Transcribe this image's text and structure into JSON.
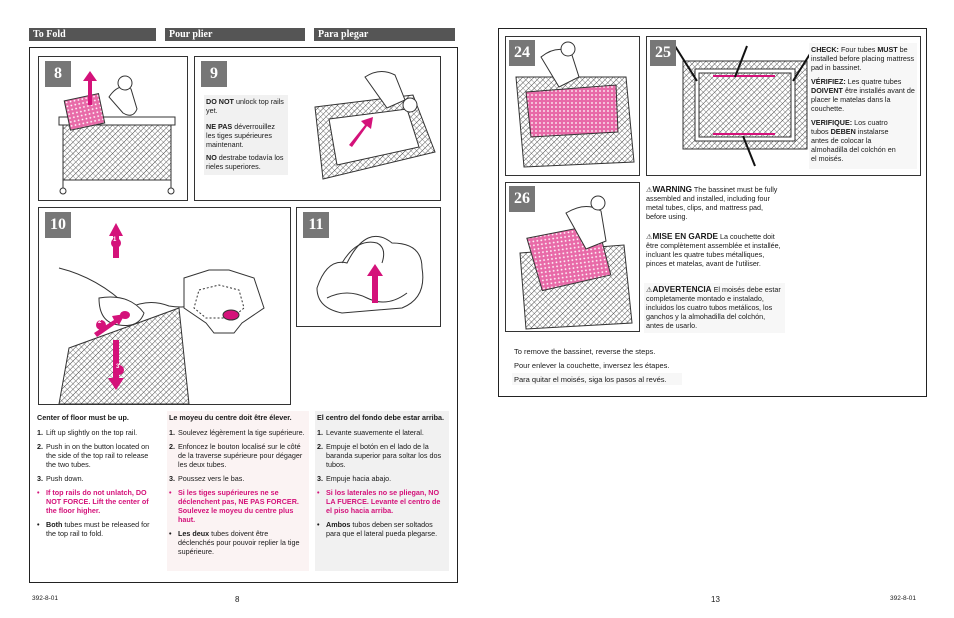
{
  "left_page": {
    "headers": {
      "en": "To Fold",
      "fr": "Pour plier",
      "es": "Para plegar"
    },
    "steps": {
      "s8": "8",
      "s9": "9",
      "s10": "10",
      "s11": "11"
    },
    "step9_text": {
      "en_bold": "DO NOT",
      "en_rest": " unlock top rails yet.",
      "fr_bold": "NE PAS",
      "fr_rest": " déverrouillez les tiges supérieures maintenant.",
      "es_bold": "NO",
      "es_rest": " destrabe todavía los rieles superiores."
    },
    "callouts": {
      "c1": "1",
      "c2": "2",
      "c3": "3"
    },
    "col_en": {
      "title": "Center of floor must be up.",
      "items": [
        {
          "n": "1.",
          "t": "Lift up slightly on the top rail."
        },
        {
          "n": "2.",
          "t": "Push in on the button located on the side of the top rail to release the two tubes."
        },
        {
          "n": "3.",
          "t": "Push down."
        }
      ],
      "warn": "If top rails do not unlatch, DO NOT FORCE. Lift the center of the floor higher.",
      "note_bold": "Both",
      "note_rest": " tubes must be released for the top rail to fold."
    },
    "col_fr": {
      "title": "Le moyeu du centre doit être élever.",
      "items": [
        {
          "n": "1.",
          "t": "Soulevez légèrement la tige supérieure."
        },
        {
          "n": "2.",
          "t": "Enfoncez le bouton localisé sur le côté de la traverse supérieure pour dégager les deux tubes."
        },
        {
          "n": "3.",
          "t": "Poussez vers le bas."
        }
      ],
      "warn": "Si les tiges supérieures ne se déclenchent pas, NE PAS FORCER. Soulevez le moyeu du centre plus haut.",
      "note_bold": "Les deux",
      "note_rest": " tubes doivent être déclenchés pour pouvoir replier la tige supérieure."
    },
    "col_es": {
      "title": "El centro del fondo debe estar arriba.",
      "items": [
        {
          "n": "1.",
          "t": "Levante suavemente el lateral."
        },
        {
          "n": "2.",
          "t": "Empuje el botón en el lado de la baranda superior para soltar los dos tubos."
        },
        {
          "n": "3.",
          "t": "Empuje hacia abajo."
        }
      ],
      "warn": "Si los laterales no se pliegan, NO LA FUERCE. Levante el centro de el piso hacia arriba.",
      "note_bold": "Ambos",
      "note_rest": " tubos deben ser soltados para que el lateral pueda plegarse."
    },
    "footer_code": "392-8-01",
    "page_number": "8"
  },
  "right_page": {
    "steps": {
      "s24": "24",
      "s25": "25",
      "s26": "26"
    },
    "check": {
      "en_bold": "CHECK:",
      "en_mid": " Four tubes ",
      "en_bold2": "MUST",
      "en_rest": " be installed before placing mattress pad in bassinet.",
      "fr_bold": "VÉRIFIEZ:",
      "fr_mid": " Les quatre tubes ",
      "fr_bold2": "DOIVENT",
      "fr_rest": " être installés avant de placer le matelas dans la couchette.",
      "es_bold": "VERIFIQUE:",
      "es_mid": " Los cuatro tubos ",
      "es_bold2": "DEBEN",
      "es_rest": " instalarse antes de colocar la almohadilla del colchón en el moisés."
    },
    "warnings": {
      "en_head": "WARNING",
      "en_text": " The bassinet must be fully assembled and installed, including four metal tubes, clips, and mattress pad, before using.",
      "fr_head": "MISE EN GARDE",
      "fr_text": " La couchette doit être complètement assemblée et installée, incluant les quatre tubes métalliques, pinces et matelas, avant de l'utiliser.",
      "es_head": "ADVERTENCIA",
      "es_text": " El moisés debe estar completamente montado e instalado, incluidos los cuatro tubos metálicos, los ganchos y la almohadilla del colchón, antes de usarlo."
    },
    "remove": {
      "en": "To remove the bassinet, reverse the steps.",
      "fr": "Pour enlever la couchette, inversez les étapes.",
      "es": "Para quitar el moisés, siga los pasos al revés."
    },
    "footer_code": "392-8-01",
    "page_number": "13"
  },
  "colors": {
    "accent": "#d4127a",
    "header_bg": "#555555",
    "step_bg": "#777777"
  }
}
